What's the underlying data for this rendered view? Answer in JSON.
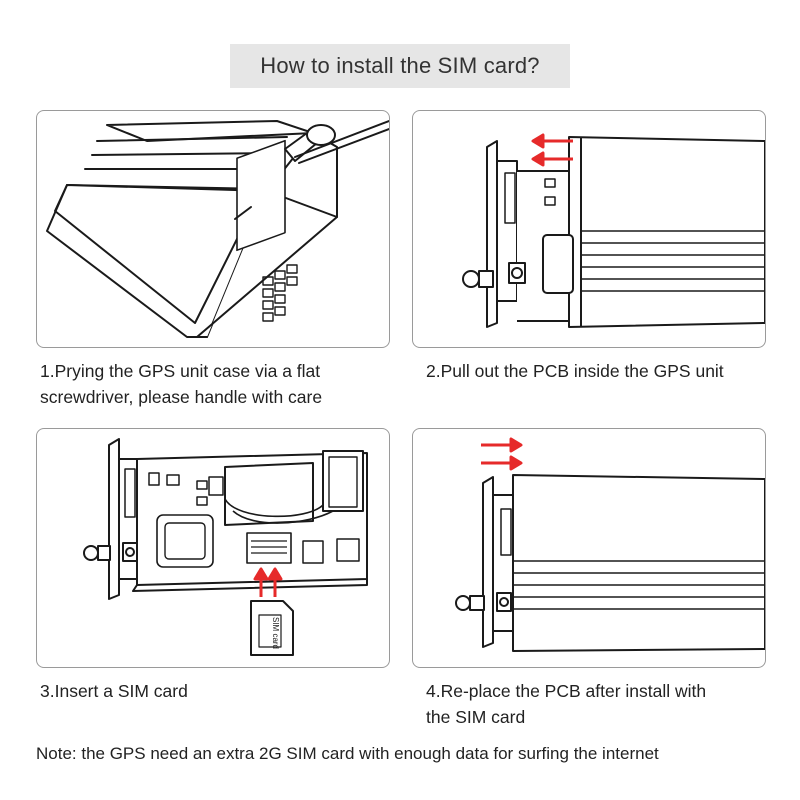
{
  "title": "How to install the SIM card?",
  "steps": [
    {
      "caption_line1": "1.Prying the GPS unit case via a flat",
      "caption_line2": "screwdriver, please handle with care"
    },
    {
      "caption_line1": "2.Pull out the PCB inside the GPS unit",
      "caption_line2": ""
    },
    {
      "caption_line1": "3.Insert a SIM card",
      "caption_line2": ""
    },
    {
      "caption_line1": "4.Re-place the PCB after install with",
      "caption_line2": "the SIM card"
    }
  ],
  "sim_label": "SIM card",
  "note": "Note: the GPS need an extra 2G SIM card with enough data for surfing the internet",
  "colors": {
    "arrow": "#e62a2a",
    "line": "#1a1a1a",
    "title_bg": "#e6e6e6",
    "border": "#9a9a9a"
  }
}
